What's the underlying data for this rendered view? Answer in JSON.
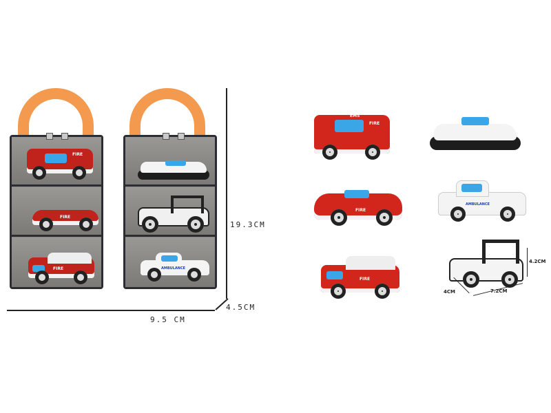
{
  "dimensions": {
    "height": "19.3CM",
    "depth": "4.5CM",
    "width": "9.5 CM"
  },
  "jeep_dimensions": {
    "height": "4.2CM",
    "depth": "4CM",
    "length": "7.2CM"
  },
  "vehicle_labels": {
    "fire": "FIRE",
    "ems": "EMS",
    "ambulance": "AMBULANCE"
  },
  "colors": {
    "handle": "#f39a4e",
    "case": "#8c8a86",
    "fire_red": "#d2261c",
    "white": "#f4f4f4"
  }
}
